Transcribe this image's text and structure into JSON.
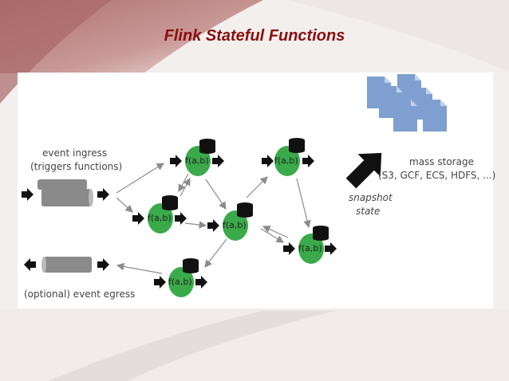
{
  "slide": {
    "title": "Flink Stateful Functions"
  },
  "diagram": {
    "ingress_label_line1": "event ingress",
    "ingress_label_line2": "(triggers functions)",
    "egress_label": "(optional) event egress",
    "function_label": "f(a,b)",
    "snapshot_label_line1": "snapshot",
    "snapshot_label_line2": "state",
    "storage_label_line1": "mass storage",
    "storage_label_line2": "(S3, GCF, ECS, HDFS, ...)"
  },
  "colors": {
    "title": "#8b0e0e",
    "function_node": "#3aaa4a",
    "state_db": "#111111",
    "storage_doc": "#7f9fd0",
    "pipe": "#8a8a8a",
    "edge": "#8c8c8c"
  },
  "icons": [
    "database-icon",
    "document-icon",
    "arrow-icon",
    "pipe-icon"
  ]
}
